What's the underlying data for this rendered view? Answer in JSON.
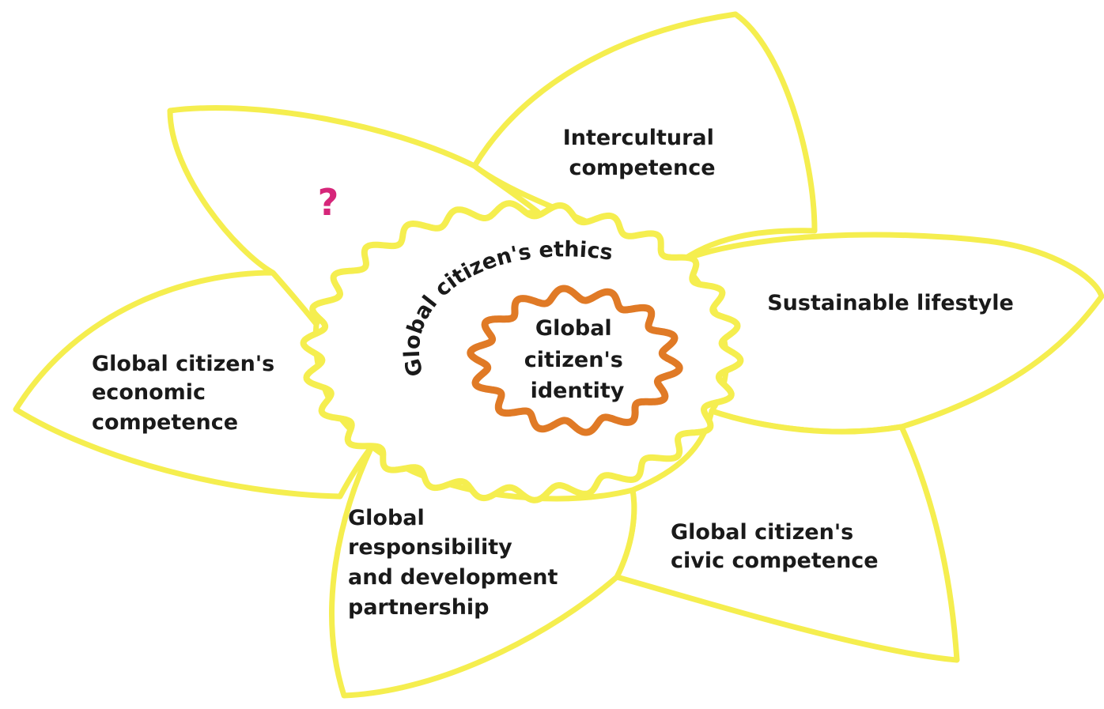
{
  "colors": {
    "petal_stroke": "#f5ee4f",
    "corona_stroke": "#f5ee4f",
    "core_stroke": "#e07a26",
    "question_mark": "#d6267a",
    "text": "#1a1a1a",
    "background": "#ffffff"
  },
  "petals": {
    "top_left": {
      "label": "?"
    },
    "top_right": {
      "lines": [
        "Intercultural",
        "competence"
      ]
    },
    "right": {
      "lines": [
        "Sustainable lifestyle"
      ]
    },
    "bottom_right": {
      "lines": [
        "Global citizen's",
        "civic competence"
      ]
    },
    "bottom_left": {
      "lines": [
        "Global",
        "responsibility",
        "and development",
        "partnership"
      ]
    },
    "left": {
      "lines": [
        "Global citizen's",
        "economic",
        "competence"
      ]
    }
  },
  "corona": {
    "label": "Global citizen's ethics"
  },
  "core": {
    "lines": [
      "Global",
      "citizen's",
      "identity"
    ]
  }
}
